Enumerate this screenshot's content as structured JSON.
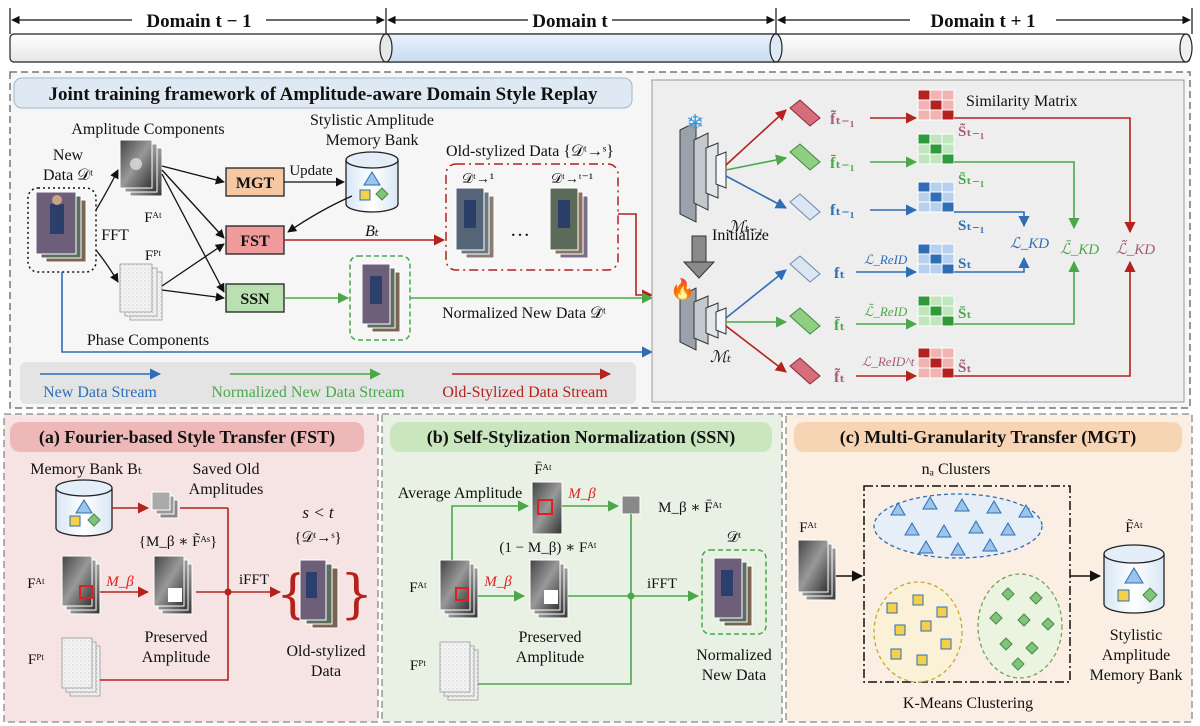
{
  "timeline": {
    "domain_prev": "Domain t − 1",
    "domain_cur": "Domain t",
    "domain_next": "Domain t + 1"
  },
  "main": {
    "title": "Joint training framework of Amplitude-aware Domain Style Replay",
    "new_data_1": "New",
    "new_data_2": "Data 𝒟ᵗ",
    "fft": "FFT",
    "amplitude_components": "Amplitude Components",
    "phase_components": "Phase Components",
    "fa": "Fᴬᵗ",
    "fp": "Fᴾᵗ",
    "mgt": "MGT",
    "fst": "FST",
    "ssn": "SSN",
    "update": "Update",
    "bank_title_1": "Stylistic Amplitude",
    "bank_title_2": "Memory Bank",
    "bank_label": "Bₜ",
    "old_stylized": "Old-stylized Data {𝒟ᵗ→ˢ}",
    "d_t1": "𝒟ᵗ→¹",
    "d_tt1": "𝒟ᵗ→ᵗ⁻¹",
    "dots": "…",
    "normalized_new_data": "Normalized New Data 𝒟̄ᵗ",
    "legend_new": "New Data Stream",
    "legend_norm": "Normalized New Data Stream",
    "legend_old": "Old-Stylized Data Stream"
  },
  "right": {
    "m_prev": "ℳₜ₋₁",
    "m_cur": "ℳₜ",
    "initialize": "Initialize",
    "similarity_matrix": "Similarity Matrix",
    "f_tilde_prev": "f̃ₜ₋₁",
    "f_bar_prev": "f̄ₜ₋₁",
    "f_prev": "fₜ₋₁",
    "f_cur": "fₜ",
    "f_bar_cur": "f̄ₜ",
    "f_tilde_cur": "f̃ₜ",
    "s_tilde_prev": "S̃ₜ₋₁",
    "s_bar_prev": "S̄ₜ₋₁",
    "s_prev": "Sₜ₋₁",
    "s_cur": "Sₜ",
    "s_bar_cur": "S̄ₜ",
    "s_tilde_cur": "S̃ₜ",
    "l_kd": "ℒ_KD",
    "l_kd_bar": "ℒ̄_KD",
    "l_kd_tilde": "ℒ̃_KD",
    "l_reid": "ℒ_ReID",
    "l_reid_bar": "ℒ̄_ReID",
    "l_reid_ts": "ℒ_ReID^t→s"
  },
  "fst_panel": {
    "title": "(a) Fourier-based Style Transfer (FST)",
    "memory_bank": "Memory Bank Bₜ",
    "saved_old_1": "Saved Old",
    "saved_old_2": "Amplitudes",
    "saved_formula": "{M_β ∗ F̃ᴬˢ}",
    "s_lt_t": "s < t",
    "d_ts": "{𝒟ᵗ→ˢ}",
    "fa": "Fᴬᵗ",
    "fp": "Fᴾᵗ",
    "m_beta": "M_β",
    "ifft": "iFFT",
    "preserved_1": "Preserved",
    "preserved_2": "Amplitude",
    "old_stylized_1": "Old-stylized",
    "old_stylized_2": "Data"
  },
  "ssn_panel": {
    "title": "(b) Self-Stylization Normalization (SSN)",
    "average_amplitude": "Average Amplitude",
    "fa_bar": "F̄ᴬᵗ",
    "m_beta": "M_β",
    "m_beta_fa_bar": "M_β ∗ F̄ᴬᵗ",
    "one_minus": "(1 − M_β) ∗ Fᴬᵗ",
    "fa": "Fᴬᵗ",
    "fp": "Fᴾᵗ",
    "ifft": "iFFT",
    "d_bar": "𝒟̄ᵗ",
    "preserved_1": "Preserved",
    "preserved_2": "Amplitude",
    "normalized_1": "Normalized",
    "normalized_2": "New Data"
  },
  "mgt_panel": {
    "title": "(c) Multi-Granularity Transfer (MGT)",
    "clusters": "nₐ Clusters",
    "fa": "Fᴬᵗ",
    "fa_tilde": "F̃ᴬᵗ",
    "kmeans": "K-Means Clustering",
    "bank_1": "Stylistic",
    "bank_2": "Amplitude",
    "bank_3": "Memory Bank"
  },
  "colors": {
    "blue": "#2f6db5",
    "green": "#4aa84a",
    "red": "#b3221d",
    "orange_box": "#f6c7a3",
    "red_box": "#f09b9b",
    "green_box": "#b9e0b0",
    "fst_bg": "#f6e3e3",
    "ssn_bg": "#e9f1e4",
    "mgt_bg": "#fbeee2"
  }
}
